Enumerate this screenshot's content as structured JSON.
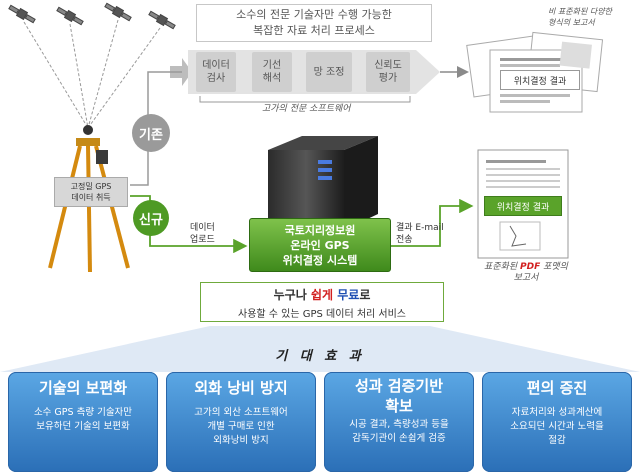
{
  "top_callout": {
    "line1": "소수의 전문 기술자만 수행 가능한",
    "line2": "복잡한 자료 처리 프로세스"
  },
  "process_steps": [
    {
      "label": "데이터\n검사"
    },
    {
      "label": "기선\n해석"
    },
    {
      "label": "망 조정"
    },
    {
      "label": "신뢰도\n평가"
    }
  ],
  "software_note": "고가의 전문 소프트웨어",
  "existing_label": "기존",
  "new_label": "신규",
  "gps_box": {
    "line1": "고정밀 GPS",
    "line2": "데이터 취득"
  },
  "nonstandard_note": {
    "line1": "비 표준화된 다양한",
    "line2": "형식의 보고서"
  },
  "result_label_top": "위치결정 결과",
  "data_upload": "데이터\n업로드",
  "system": {
    "line1": "국토지리정보원",
    "line2": "온라인 GPS",
    "line3": "위치결정 시스템"
  },
  "email_label": "결과 E-mail\n전송",
  "result_label_bottom": "위치결정 결과",
  "standard_note": {
    "line1_a": "표준화된 ",
    "line1_pdf": "PDF",
    "line1_b": " 포맷의",
    "line2": "보고서"
  },
  "service": {
    "w1": "누구나 ",
    "w2": "쉽게",
    "w3": " ",
    "w4": "무료",
    "w5": "로",
    "line2": "사용할 수 있는 GPS 데이터 처리 서비스"
  },
  "expect_title": "기 대 효 과",
  "benefits": [
    {
      "title": "기술의 보편화",
      "desc": "소수 GPS 측량 기술자만\n보유하던 기술의 보편화"
    },
    {
      "title": "외화 낭비 방지",
      "desc": "고가의 외산 소프트웨어\n개별 구매로 인한\n외화낭비 방지"
    },
    {
      "title": "성과 검증기반\n확보",
      "desc": "시공 결과, 측량성과 등을\n감독기관이 손쉽게 검증"
    },
    {
      "title": "편의 증진",
      "desc": "자료처리와 성과계산에\n소요되던 시간과 노력을\n절감"
    }
  ],
  "colors": {
    "benefit_blue": "#3d86cf",
    "system_green": "#4f9a26",
    "existing_gray": "#9a9a9a",
    "new_green": "#4e9a24",
    "emphasis_red": "#d21f1f",
    "emphasis_blue": "#1f4fb3"
  }
}
